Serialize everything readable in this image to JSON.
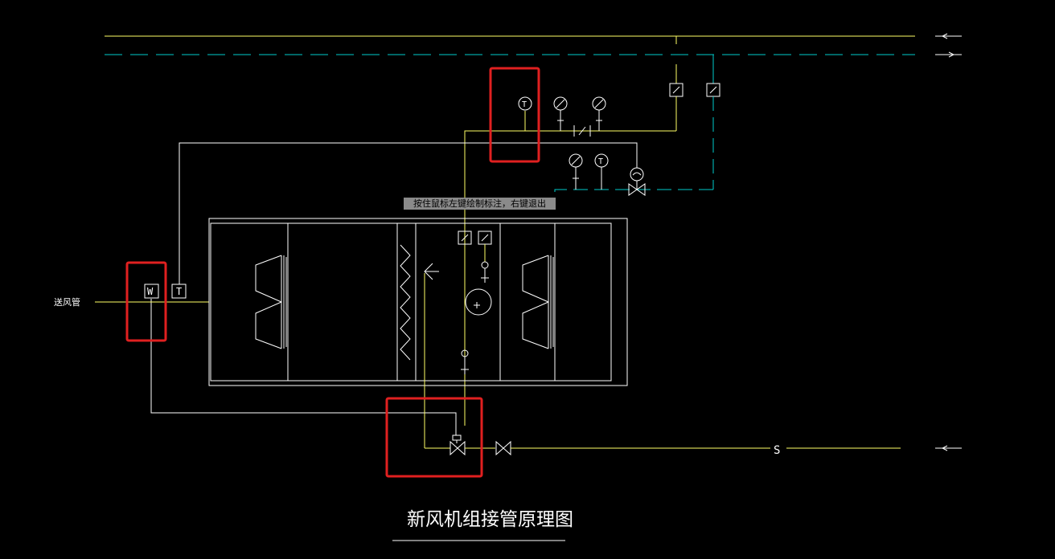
{
  "colors": {
    "background": "#000000",
    "yellow_pipe": "#ffff66",
    "cyan_pipe": "#00cccc",
    "white_line": "#ffffff",
    "highlight_box": "#e02020",
    "tooltip_bg": "#8a8a8a"
  },
  "diagram": {
    "title": "新风机组接管原理图",
    "tooltip": "按住鼠标左键绘制标注，右键退出",
    "supply_duct_label": "送风管",
    "sensor_humidity": "W",
    "sensor_temp": "T",
    "steam_trap_label": "S"
  }
}
